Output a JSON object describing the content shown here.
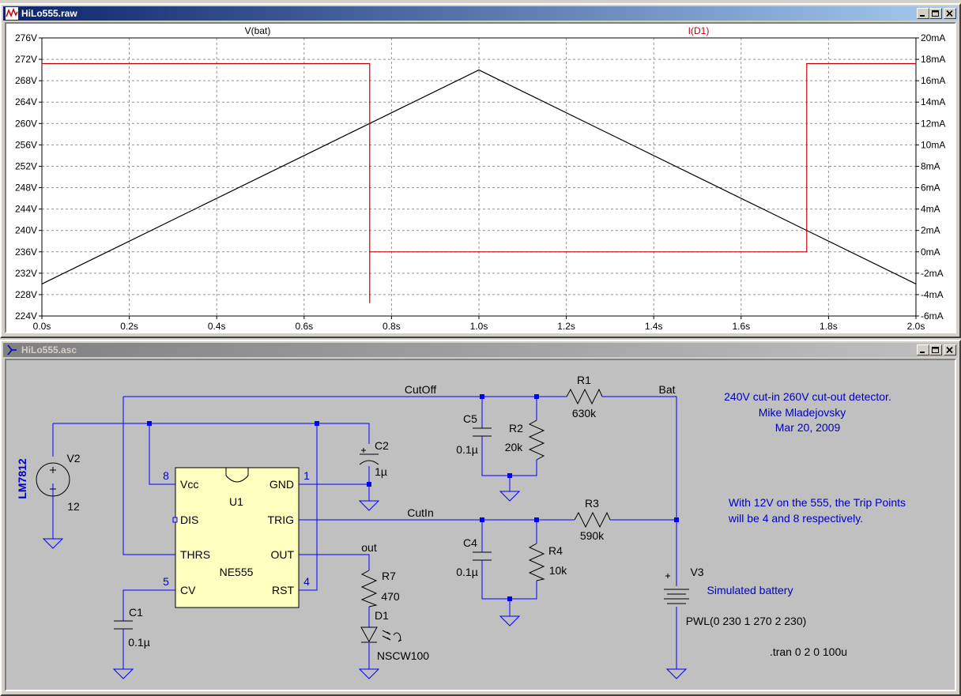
{
  "plot_window": {
    "title": "HiLo555.raw",
    "traces": {
      "v_bat": "V(bat)",
      "i_d1": "I(D1)"
    }
  },
  "schematic_window": {
    "title": "HiLo555.asc",
    "net_labels": {
      "cutoff": "CutOff",
      "cutin": "CutIn",
      "bat": "Bat",
      "out": "out"
    },
    "components": {
      "R1": {
        "name": "R1",
        "value": "630k"
      },
      "R2": {
        "name": "R2",
        "value": "20k"
      },
      "R3": {
        "name": "R3",
        "value": "590k"
      },
      "R4": {
        "name": "R4",
        "value": "10k"
      },
      "R7": {
        "name": "R7",
        "value": "470"
      },
      "C1": {
        "name": "C1",
        "value": "0.1µ"
      },
      "C2": {
        "name": "C2",
        "value": "1µ"
      },
      "C4": {
        "name": "C4",
        "value": "0.1µ"
      },
      "C5": {
        "name": "C5",
        "value": "0.1µ"
      },
      "V2": {
        "name": "V2",
        "value": "12",
        "label": "LM7812"
      },
      "V3": {
        "name": "V3",
        "label": "Simulated battery",
        "value": "PWL(0 230 1 270 2 230)"
      },
      "D1": {
        "name": "D1",
        "value": "NSCW100"
      },
      "U1": {
        "name": "U1",
        "model": "NE555",
        "pins": {
          "vcc": "Vcc",
          "gnd": "GND",
          "dis": "DIS",
          "trig": "TRIG",
          "thrs": "THRS",
          "out": "OUT",
          "cv": "CV",
          "rst": "RST"
        },
        "pin_numbers": {
          "p8": "8",
          "p1": "1",
          "p5": "5",
          "p4": "4"
        }
      }
    },
    "comments": {
      "line1": "240V cut-in 260V cut-out detector.",
      "line2": "Mike Mladejovsky",
      "line3": "Mar 20, 2009",
      "trip1": "With 12V on the 555, the Trip Points",
      "trip2": "will be 4 and 8 respectively."
    },
    "directive": ".tran 0 2 0 100u"
  },
  "colors": {
    "v_trace": "#000000",
    "i_trace": "#c00000",
    "wire": "#0000ff",
    "text": "#0000c0",
    "ic_fill": "#ffffc0",
    "schematic_bg": "#c0c0c0",
    "plot_bg": "#ffffff"
  },
  "chart_data": {
    "type": "line",
    "x_axis": {
      "label": "",
      "range": [
        0,
        2.0
      ],
      "unit": "s",
      "ticks": [
        "0.0s",
        "0.2s",
        "0.4s",
        "0.6s",
        "0.8s",
        "1.0s",
        "1.2s",
        "1.4s",
        "1.6s",
        "1.8s",
        "2.0s"
      ]
    },
    "y_left": {
      "range": [
        224,
        276
      ],
      "unit": "V",
      "ticks": [
        "276V",
        "272V",
        "268V",
        "264V",
        "260V",
        "256V",
        "252V",
        "248V",
        "244V",
        "240V",
        "236V",
        "232V",
        "228V",
        "224V"
      ]
    },
    "y_right": {
      "range": [
        -6,
        20
      ],
      "unit": "mA",
      "ticks": [
        "20mA",
        "18mA",
        "16mA",
        "14mA",
        "12mA",
        "10mA",
        "8mA",
        "6mA",
        "4mA",
        "2mA",
        "0mA",
        "-2mA",
        "-4mA",
        "-6mA"
      ]
    },
    "grid": true,
    "series": [
      {
        "name": "V(bat)",
        "axis": "left",
        "x": [
          0,
          1.0,
          2.0
        ],
        "y": [
          230,
          270,
          230
        ]
      },
      {
        "name": "I(D1)",
        "axis": "right",
        "x": [
          0,
          0.75,
          0.75,
          0.75,
          0.75,
          1.75,
          1.75,
          1.75,
          2.0
        ],
        "y": [
          17.6,
          17.6,
          -4.8,
          0,
          0,
          0,
          0,
          17.6,
          17.6
        ]
      }
    ]
  }
}
